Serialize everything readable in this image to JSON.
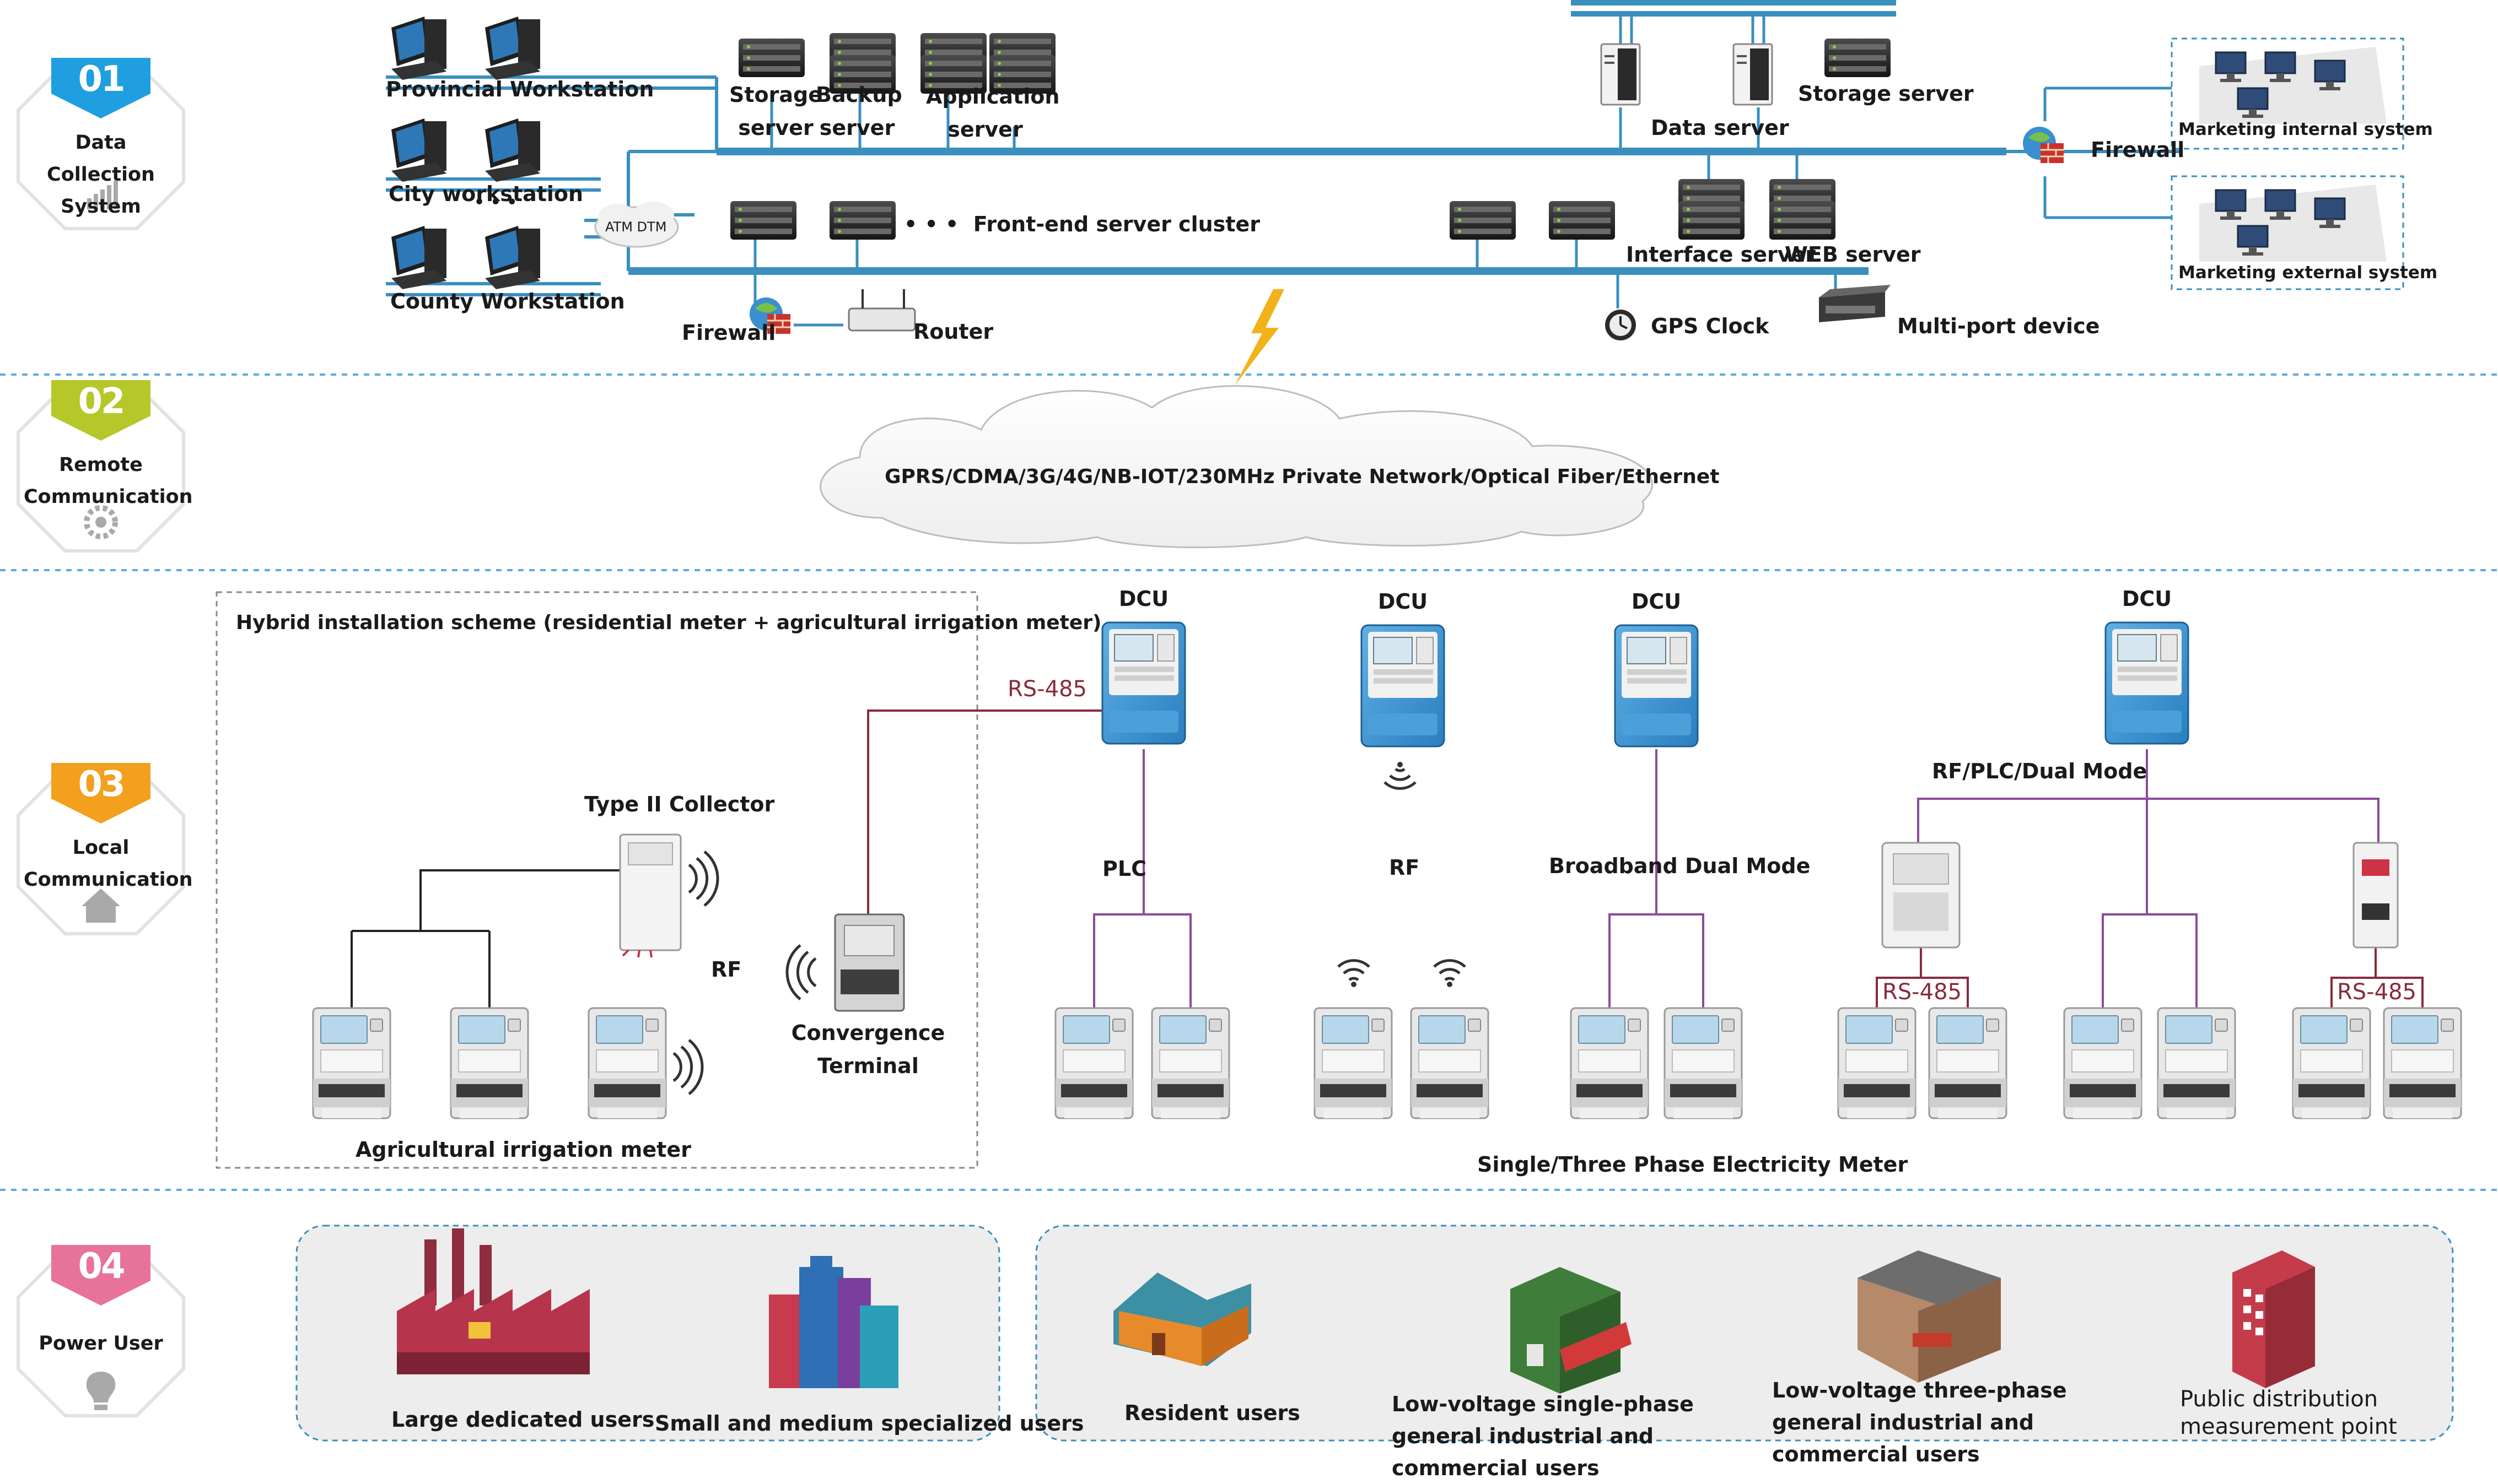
{
  "stages": [
    {
      "num": "01",
      "title": "Data Collection System",
      "color": "#1f9ee0",
      "icon": "bar-chart-icon"
    },
    {
      "num": "02",
      "title": "Remote Communication",
      "color": "#b6c72a",
      "icon": "gear-icon"
    },
    {
      "num": "03",
      "title": "Local Communication",
      "color": "#f2a01e",
      "icon": "house-icon"
    },
    {
      "num": "04",
      "title": "Power User",
      "color": "#e8739a",
      "icon": "lightbulb-icon"
    }
  ],
  "system": {
    "provincial_workstation": "Provincial Workstation",
    "city_workstation": "City workstation",
    "county_workstation": "County Workstation",
    "atm": "ATM DTM",
    "dots": "• • •",
    "storage_server_1": "Storage server",
    "backup_server": "Backup server",
    "application_server": "Application server",
    "data_server": "Data server",
    "storage_server_2": "Storage server",
    "firewall_right": "Firewall",
    "marketing_internal": "Marketing internal system",
    "marketing_external": "Marketing external system",
    "frontend_cluster": "Front-end server cluster",
    "interface_server": "Interface server",
    "web_server": "WEB server",
    "firewall_left": "Firewall",
    "router": "Router",
    "gps_clock": "GPS Clock",
    "multiport": "Multi-port device"
  },
  "remote": {
    "network": "GPRS/CDMA/3G/4G/NB-IOT/230MHz Private Network/Optical Fiber/Ethernet"
  },
  "local": {
    "hybrid_title": "Hybrid installation scheme (residential meter + agricultural irrigation meter)",
    "type2_collector": "Type II Collector",
    "rf_left": "RF",
    "convergence_terminal": "Convergence Terminal",
    "agri_meter": "Agricultural irrigation meter",
    "rs485_top": "RS-485",
    "dcu": "DCU",
    "plc": "PLC",
    "rf": "RF",
    "broadband": "Broadband Dual Mode",
    "rf_plc_dual": "RF/PLC/Dual Mode",
    "rs485": "RS-485",
    "meter_caption": "Single/Three Phase Electricity Meter"
  },
  "users": {
    "large": "Large dedicated users",
    "small_medium": "Small and medium specialized users",
    "resident": "Resident users",
    "lv_single": "Low-voltage single-phase general industrial and commercial users",
    "lv_three": "Low-voltage three-phase general industrial and commercial users",
    "public": "Public distribution measurement point"
  },
  "colors": {
    "bus": "#3a8fbf",
    "line": "#2d6f94",
    "plc": "#8a4b9a",
    "rs485": "#8a2a3c",
    "divider": "#5aaed8",
    "meter_display": "#b7d7ea"
  }
}
